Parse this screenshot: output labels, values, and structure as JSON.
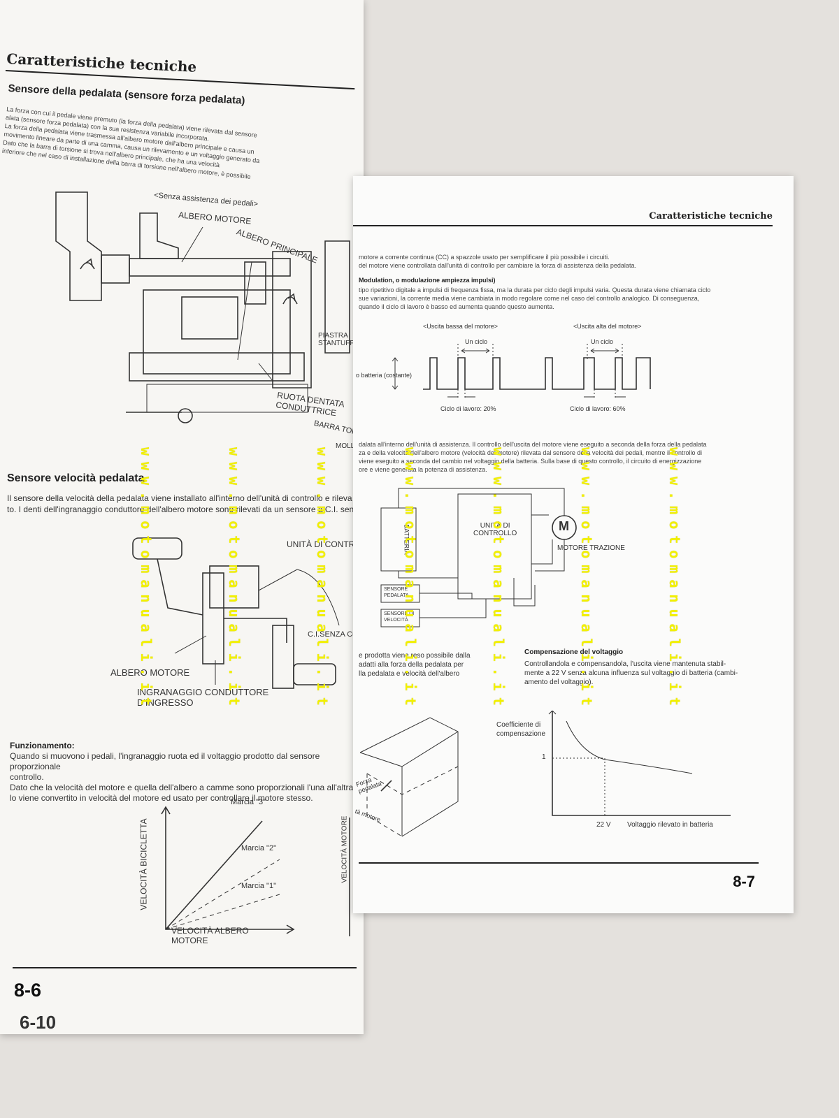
{
  "left": {
    "header": "Caratteristiche tecniche",
    "section1_title": "Sensore della pedalata (sensore forza pedalata)",
    "section1_lines": [
      "La forza con cui il pedale viene premuto (la forza della pedalata) viene rilevata dal sensore",
      "alata (sensore forza pedalata) con la sua resistenza variabile incorporata.",
      "La forza della pedalata viene trasmessa all'albero motore dall'albero principale e causa un",
      "movimento lineare da parte di una camma, causa un rilevamento e un voltaggio generato da",
      "Dato che la barra di torsione si trova nell'albero principale, che ha una velocità",
      "inferiore che nel caso di installazione della barra di torsione nell'albero motore, è possibile"
    ],
    "diagram1": {
      "caption": "<Senza assistenza dei pedali>",
      "albero_motore": "ALBERO MOTORE",
      "albero_principale": "ALBERO PRINCIPALE",
      "piastra_1": "PIASTRA",
      "piastra_2": "STANTUFFO",
      "ruota_1": "RUOTA DENTATA",
      "ruota_2": "CONDUTTRICE",
      "barra": "BARRA TORSIONE",
      "molla": "MOLLA"
    },
    "section2_title": "Sensore velocità pedalata",
    "section2_lines": [
      "Il sensore della velocità della pedalata viene installato all'interno dell'unità di controllo e rileva",
      "to. I denti dell'ingranaggio conduttore dell'albero motore sono rilevati da un sensore a C.I. senza"
    ],
    "diagram2": {
      "unita": "UNITÀ DI CONTROLLO",
      "ci": "C.I.SENZA CONTATTI",
      "albero": "ALBERO MOTORE",
      "ingr_1": "INGRANAGGIO CONDUTTORE",
      "ingr_2": "D'INGRESSO"
    },
    "func_title": "Funzionamento:",
    "func_lines": [
      "Quando si muovono i pedali, l'ingranaggio ruota ed il voltaggio prodotto dal sensore proporzionale",
      "controllo.",
      "Dato che la velocità del motore e quella dell'albero a camme sono proporzionali l'una all'altra",
      "lo viene convertito in velocità del motore ed usato per controllare il motore stesso."
    ],
    "graph": {
      "ylabel": "VELOCITÀ BICICLETTA",
      "xlabel_1": "VELOCITÀ ALBERO",
      "xlabel_2": "MOTORE",
      "gear3": "Marcia \"3\"",
      "gear2": "Marcia \"2\"",
      "gear1": "Marcia \"1\"",
      "ylabel2": "VELOCITÀ MOTORE"
    },
    "page_number": "8-6",
    "under_page_number": "6-10"
  },
  "right": {
    "header": "Caratteristiche tecniche",
    "intro_lines": [
      "motore a corrente continua (CC) a spazzole usato per semplificare il più possibile i circuiti.",
      "del motore viene controllata dall'unità di controllo per cambiare la forza di assistenza della pedalata."
    ],
    "pwm_title": "Modulation, o modulazione ampiezza impulsi)",
    "pwm_lines": [
      "tipo ripetitivo digitale a impulsi di frequenza fissa, ma la durata per ciclo degli impulsi varia. Questa durata viene chiamata ciclo",
      "sue variazioni, la corrente media viene cambiata in modo regolare come nel caso del controllo analogico. Di conseguenza,",
      "quando il ciclo di lavoro è basso ed aumenta quando questo aumenta."
    ],
    "pwm": {
      "low_title": "<Uscita bassa del motore>",
      "high_title": "<Uscita alta del motore>",
      "cycle": "Un ciclo",
      "battery_label": "o batteria (costante)",
      "duty_low": "Ciclo di lavoro: 20%",
      "duty_high": "Ciclo di lavoro: 60%"
    },
    "ctrl_lines": [
      "dalata all'interno dell'unità di assistenza. Il controllo dell'uscita del motore viene eseguito a seconda della forza della pedalata",
      "za e della velocità dell'albero motore (velocità del motore) rilevata dal sensore della velocità dei pedali, mentre il controllo di",
      "viene eseguito a seconda del cambio nel voltaggio della batteria. Sulla base di questo controllo, il circuito di energizzazione",
      "ore e viene generata la potenza di assistenza."
    ],
    "block": {
      "batteria": "BATTERIA",
      "unita_1": "UNITÀ DI",
      "unita_2": "CONTROLLO",
      "motor_symbol": "M",
      "motore": "MOTORE TRAZIONE",
      "sens_ped_1": "SENSORE",
      "sens_ped_2": "PEDALATA",
      "sens_vel_1": "SENSORE DI",
      "sens_vel_2": "VELOCITÀ"
    },
    "bottom_left_lines": [
      "e prodotta viene reso possibile dalla",
      "adatti alla forza della pedalata per",
      "lla pedalata e velocità dell'albero"
    ],
    "comp_title": "Compensazione del voltaggio",
    "comp_lines": [
      "Controllandola e compensandola, l'uscita viene mantenuta stabil-",
      "mente a 22 V senza alcuna influenza sul voltaggio di batteria (cambi-",
      "amento del voltaggio)."
    ],
    "box3d": {
      "forza_1": "Forza",
      "forza_2": "pedalata",
      "motore": "tà motore"
    },
    "comp_graph": {
      "ylabel_1": "Coefficiente di",
      "ylabel_2": "compensazione",
      "y1": "1",
      "x22": "22 V",
      "xlabel": "Voltaggio rilevato in batteria"
    },
    "page_number": "8-7"
  },
  "watermark": "www.motomanuali.it",
  "colors": {
    "watermark": "#f2f000",
    "paper": "#f7f6f3",
    "background": "#e4e1dd"
  }
}
